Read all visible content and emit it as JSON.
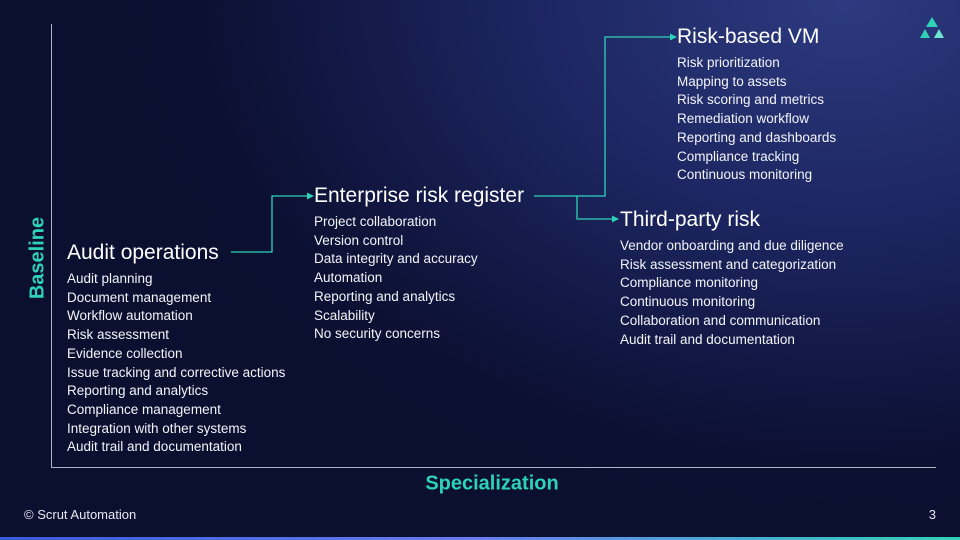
{
  "axes": {
    "y_label": "Baseline",
    "x_label": "Specialization"
  },
  "groups": {
    "audit": {
      "title": "Audit operations",
      "items": [
        "Audit planning",
        "Document management",
        "Workflow automation",
        "Risk assessment",
        "Evidence collection",
        "Issue tracking and corrective actions",
        "Reporting and analytics",
        "Compliance management",
        "Integration with other systems",
        "Audit trail and documentation"
      ]
    },
    "erm": {
      "title": "Enterprise risk register",
      "items": [
        "Project collaboration",
        "Version control",
        "Data integrity and accuracy",
        "Automation",
        "Reporting and analytics",
        "Scalability",
        "No security concerns"
      ]
    },
    "vm": {
      "title": "Risk-based VM",
      "items": [
        "Risk prioritization",
        "Mapping to assets",
        "Risk scoring and metrics",
        "Remediation workflow",
        "Reporting and dashboards",
        "Compliance tracking",
        "Continuous monitoring"
      ]
    },
    "tpr": {
      "title": "Third-party risk",
      "items": [
        "Vendor onboarding and due diligence",
        "Risk assessment and categorization",
        "Compliance monitoring",
        "Continuous monitoring",
        "Collaboration and communication",
        "Audit trail and documentation"
      ]
    }
  },
  "footer": {
    "copyright": "© Scrut Automation",
    "page_number": "3"
  },
  "colors": {
    "accent": "#2ed3b7",
    "background": "#141b4d",
    "text": "#ffffff"
  },
  "icons": {
    "logo": "scrut-logo-icon"
  }
}
